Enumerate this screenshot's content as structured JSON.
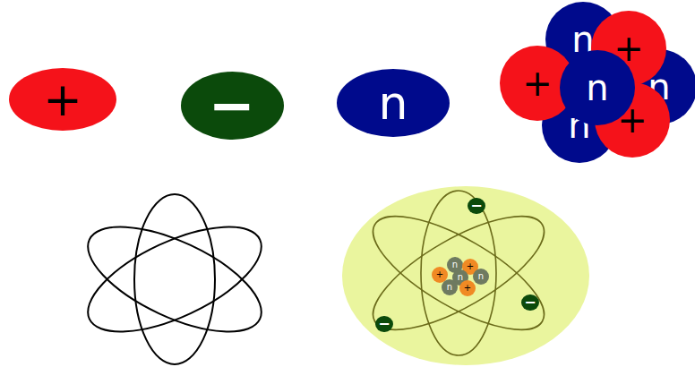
{
  "diagram": {
    "nodes": [
      {
        "text": [
          "+"
        ]
      },
      {
        "text": [
          "−"
        ]
      },
      {
        "text": [
          "n"
        ]
      },
      {
        "text": [
          "n"
        ]
      },
      {
        "text": [
          "+"
        ]
      },
      {
        "text": [
          "+"
        ]
      },
      {
        "text": [
          "n"
        ]
      },
      {
        "text": [
          "n"
        ]
      },
      {
        "text": [
          "+"
        ]
      },
      {
        "text": [
          "n"
        ]
      },
      {
        "text": [
          "−"
        ]
      },
      {
        "text": [
          "n"
        ]
      },
      {
        "text": [
          "+"
        ]
      },
      {
        "text": [
          "+"
        ]
      },
      {
        "text": [
          "n"
        ]
      },
      {
        "text": [
          "n"
        ]
      },
      {
        "text": [
          "+"
        ]
      },
      {
        "text": [
          "n"
        ]
      },
      {
        "text": [
          "−"
        ]
      },
      {
        "text": [
          "−"
        ]
      }
    ]
  }
}
